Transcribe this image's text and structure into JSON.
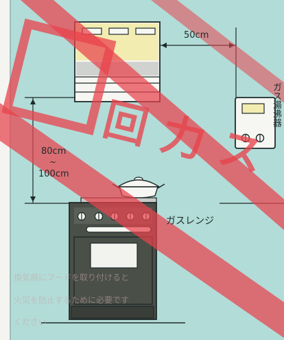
{
  "labels": {
    "distance_horizontal": "50cm",
    "height_top": "80cm",
    "height_tilde": "~",
    "height_bottom": "100cm",
    "stove": "ガスレンジ",
    "heater_vertical": "ガス湯沸器"
  },
  "faint_text": {
    "line1": "換気扇にフードを取り付けると",
    "line2": "火災を防止するために必要です",
    "line3": "ください"
  },
  "watermark": {
    "text": "回 力 ス"
  },
  "colors": {
    "background": "#b2dcd8",
    "hood_yellow": "#f2ecb0",
    "stove_dark": "#4a4f48",
    "stamp_red": "#e8434c"
  }
}
